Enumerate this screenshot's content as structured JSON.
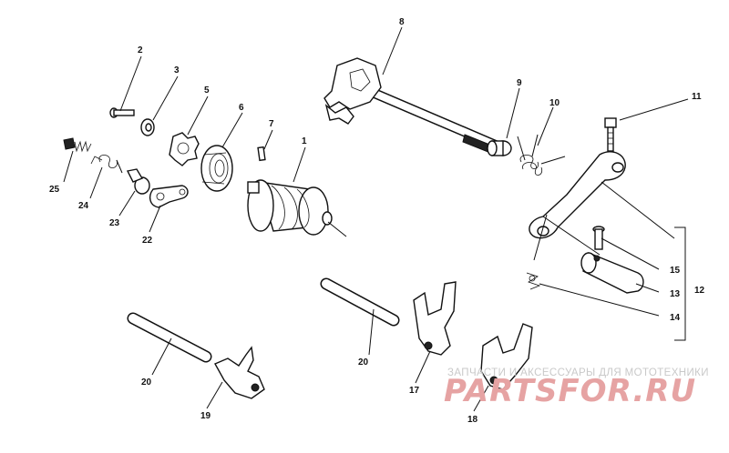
{
  "callouts": {
    "c1": "1",
    "c2": "2",
    "c3": "3",
    "c5": "5",
    "c6": "6",
    "c7": "7",
    "c8": "8",
    "c9": "9",
    "c10": "10",
    "c11": "11",
    "c12": "12",
    "c13": "13",
    "c14": "14",
    "c15": "15",
    "c17": "17",
    "c18": "18",
    "c19": "19",
    "c20a": "20",
    "c20b": "20",
    "c22": "22",
    "c23": "23",
    "c24": "24",
    "c25": "25"
  },
  "watermark": {
    "tagline": "ЗАПЧАСТИ И АКСЕССУАРЫ ДЛЯ МОТОТЕХНИКИ",
    "brand": "PARTSFOR.RU"
  }
}
